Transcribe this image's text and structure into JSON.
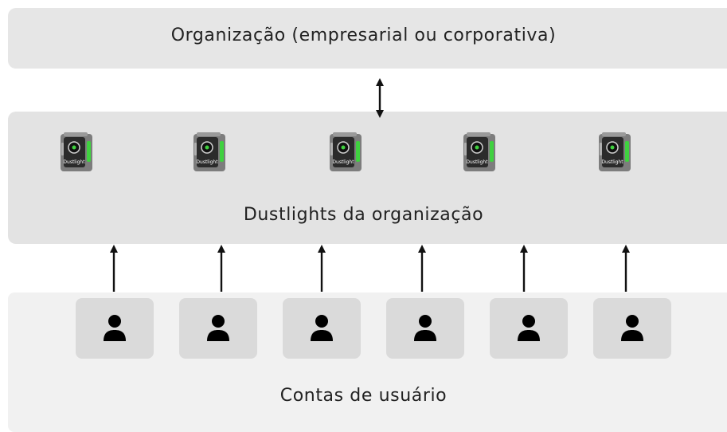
{
  "organization": {
    "label": "Organização (empresarial ou corporativa)"
  },
  "dustlights": {
    "label": "Dustlights da organização",
    "devices": [
      {
        "icon": "dustlight-device-icon",
        "text": "Dustlight"
      },
      {
        "icon": "dustlight-device-icon",
        "text": "Dustlight"
      },
      {
        "icon": "dustlight-device-icon",
        "text": "Dustlight"
      },
      {
        "icon": "dustlight-device-icon",
        "text": "Dustlight"
      },
      {
        "icon": "dustlight-device-icon",
        "text": "Dustlight"
      }
    ]
  },
  "users": {
    "label": "Contas de usuário",
    "accounts": [
      {
        "icon": "person-icon"
      },
      {
        "icon": "person-icon"
      },
      {
        "icon": "person-icon"
      },
      {
        "icon": "person-icon"
      },
      {
        "icon": "person-icon"
      },
      {
        "icon": "person-icon"
      }
    ]
  },
  "colors": {
    "band": "#e6e6e6",
    "device_green": "#3fd13f",
    "device_body": "#8a8a8a",
    "arrow": "#111111"
  }
}
